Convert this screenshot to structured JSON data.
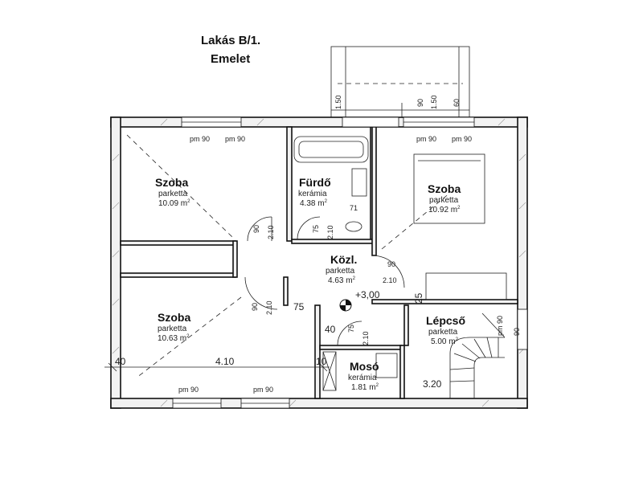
{
  "header": {
    "title": "Lakás B/1.",
    "subtitle": "Emelet"
  },
  "rooms": [
    {
      "name": "Szoba",
      "floor": "parketta",
      "area": "10.09 m",
      "unit_sup": "2"
    },
    {
      "name": "Fürdő",
      "floor": "kerámia",
      "area": "4.38 m",
      "unit_sup": "2"
    },
    {
      "name": "Szoba",
      "floor": "parketta",
      "area": "10.92 m",
      "unit_sup": "2"
    },
    {
      "name": "Közl.",
      "floor": "parketta",
      "area": "4.63 m",
      "unit_sup": "2"
    },
    {
      "name": "Szoba",
      "floor": "parketta",
      "area": "10.63 m",
      "unit_sup": "2"
    },
    {
      "name": "Lépcső",
      "floor": "parketta",
      "area": "5.00 m",
      "unit_sup": "2"
    },
    {
      "name": "Mosó",
      "floor": "kerámia",
      "area": "1.81 m",
      "unit_sup": "2"
    }
  ],
  "dimensions": {
    "balcony_150_left": "1.50",
    "balcony_90": "90",
    "balcony_150_right": "1.50",
    "balcony_60": "60",
    "pm90_a": "pm 90",
    "pm90_b": "pm 90",
    "pm90_c": "pm 90",
    "pm90_d": "pm 90",
    "pm90_e": "pm 90",
    "pm90_f": "pm 90",
    "pm90_g": "pm 90",
    "door_90_a": "90",
    "door_210_a": "2.10",
    "door_75_a": "75",
    "door_210_b": "2.10",
    "door_71": "71",
    "door_90_b": "90",
    "door_210_c": "2.10",
    "door_90_c": "90",
    "door_210_d": "2.10",
    "door_75_b": "75",
    "level": "+3,00",
    "dim_25": "25",
    "dim_40_mid": "40",
    "door_75_c": "75",
    "door_210_e": "2.10",
    "dim_40_left": "40",
    "dim_410": "4.10",
    "dim_10": "10",
    "dim_320": "3.20",
    "dim_90_right": "90"
  }
}
